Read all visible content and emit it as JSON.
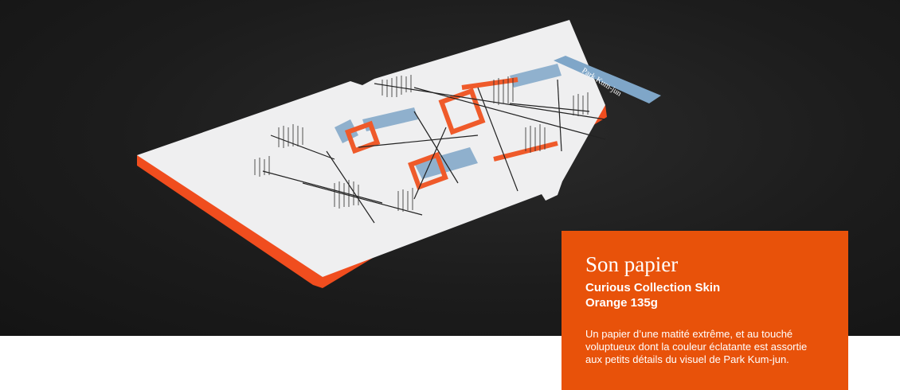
{
  "photo": {
    "card_label": "Park Kum-jun",
    "colors": {
      "background": "#1c1c1c",
      "card": "#efeff0",
      "edge": "#f04d1e",
      "blue": "#7fa6c8",
      "orange": "#ef5a2a"
    }
  },
  "caption": {
    "title": "Son papier",
    "paper_name_line1": "Curious Collection Skin",
    "paper_name_line2": "Orange 135g",
    "description_line1": "Un papier d’une matité extrême, et au touché",
    "description_line2": "voluptueux dont la couleur éclatante est assortie",
    "description_line3": "aux petits détails du visuel de Park Kum-jun.",
    "background": "#e8520a"
  }
}
